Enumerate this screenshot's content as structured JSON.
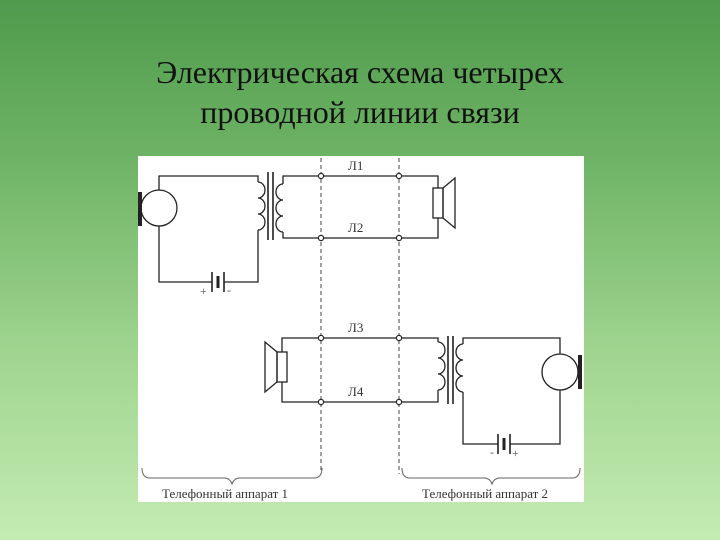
{
  "slide": {
    "title_line1": "Электрическая схема четырех",
    "title_line2": "проводной линии связи",
    "background_top": "#4f9a4c",
    "background_bottom": "#c4ecb2"
  },
  "diagram": {
    "line_labels": [
      "Л1",
      "Л2",
      "Л3",
      "Л4"
    ],
    "battery_top": {
      "plus": "+",
      "minus": "-"
    },
    "battery_bottom": {
      "minus": "-",
      "plus": "+"
    },
    "captions": [
      "Телефонный аппарат 1",
      "Телефонный аппарат 2"
    ],
    "icons": [
      "microphone-icon",
      "transformer-icon",
      "speaker-icon",
      "battery-icon"
    ]
  }
}
